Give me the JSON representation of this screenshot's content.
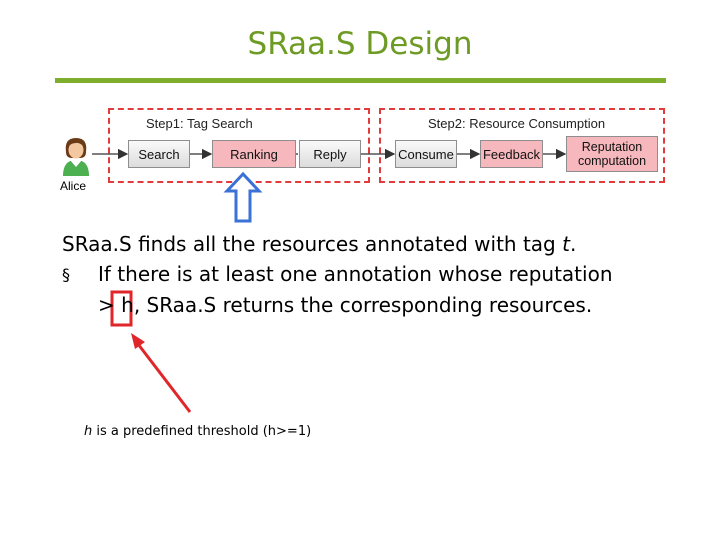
{
  "title": "SRaa.S Design",
  "diagram": {
    "user_label": "Alice",
    "step1_label": "Step1: Tag Search",
    "step2_label": "Step2: Resource Consumption",
    "nodes": {
      "search": "Search",
      "ranking": "Ranking",
      "reply": "Reply",
      "consume": "Consume",
      "feedback": "Feedback",
      "reputation_line1": "Reputation",
      "reputation_line2": "computation"
    }
  },
  "text": {
    "main_prefix": "SRaa.S finds all the resources annotated with tag ",
    "main_var": "t",
    "main_suffix": ".",
    "bullet_symbol": "§",
    "bullet_line1": "If there is at least one annotation whose reputation",
    "bullet_line2_prefix": "> ",
    "bullet_line2_var": "h",
    "bullet_line2_suffix": ", SRaa.S returns the corresponding resources.",
    "note_var": "h",
    "note_text": " is a predefined threshold (h>=1)"
  },
  "colors": {
    "title": "#6e9b24",
    "rule": "#7fae2c",
    "dashed_box": "#e23b3b",
    "highlight_arrow": "#3a72d6",
    "pointer_arrow": "#e0262a",
    "pink_node": "#f6b8bd"
  }
}
